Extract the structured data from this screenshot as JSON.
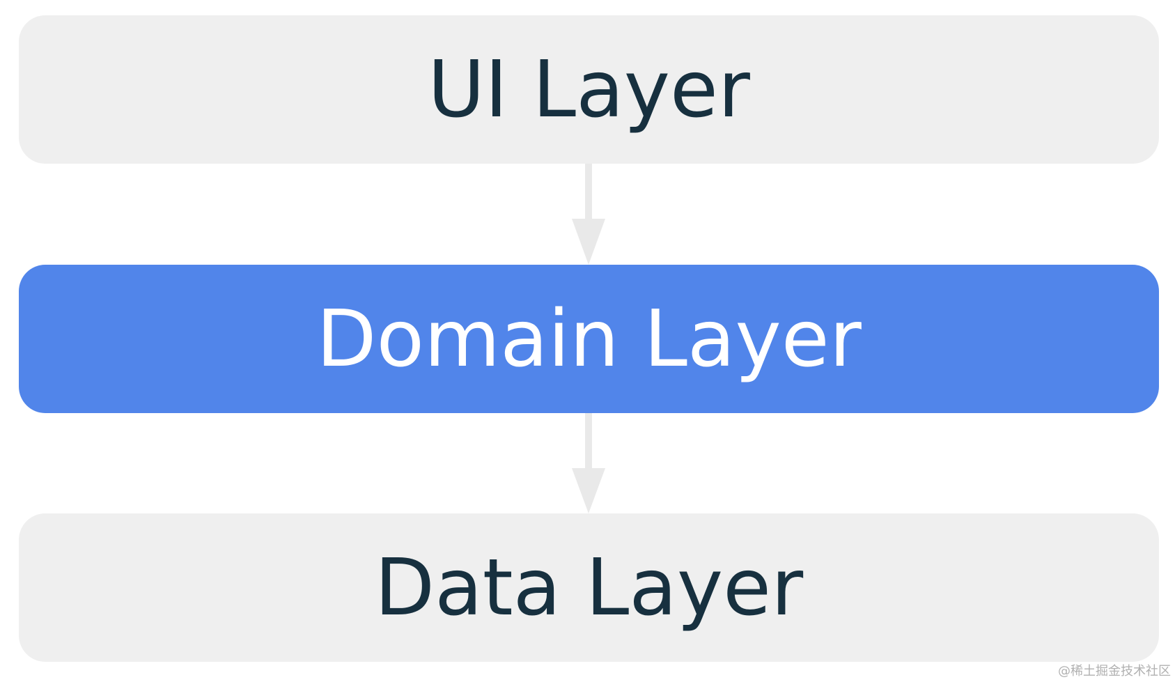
{
  "layers": [
    {
      "label": "UI Layer",
      "fill": "#efefef",
      "text_color": "#17303f"
    },
    {
      "label": "Domain Layer",
      "fill": "#5185ea",
      "text_color": "#ffffff"
    },
    {
      "label": "Data Layer",
      "fill": "#efefef",
      "text_color": "#17303f"
    }
  ],
  "arrow_color": "#e9e9e9",
  "watermark": "@稀土掘金技术社区"
}
